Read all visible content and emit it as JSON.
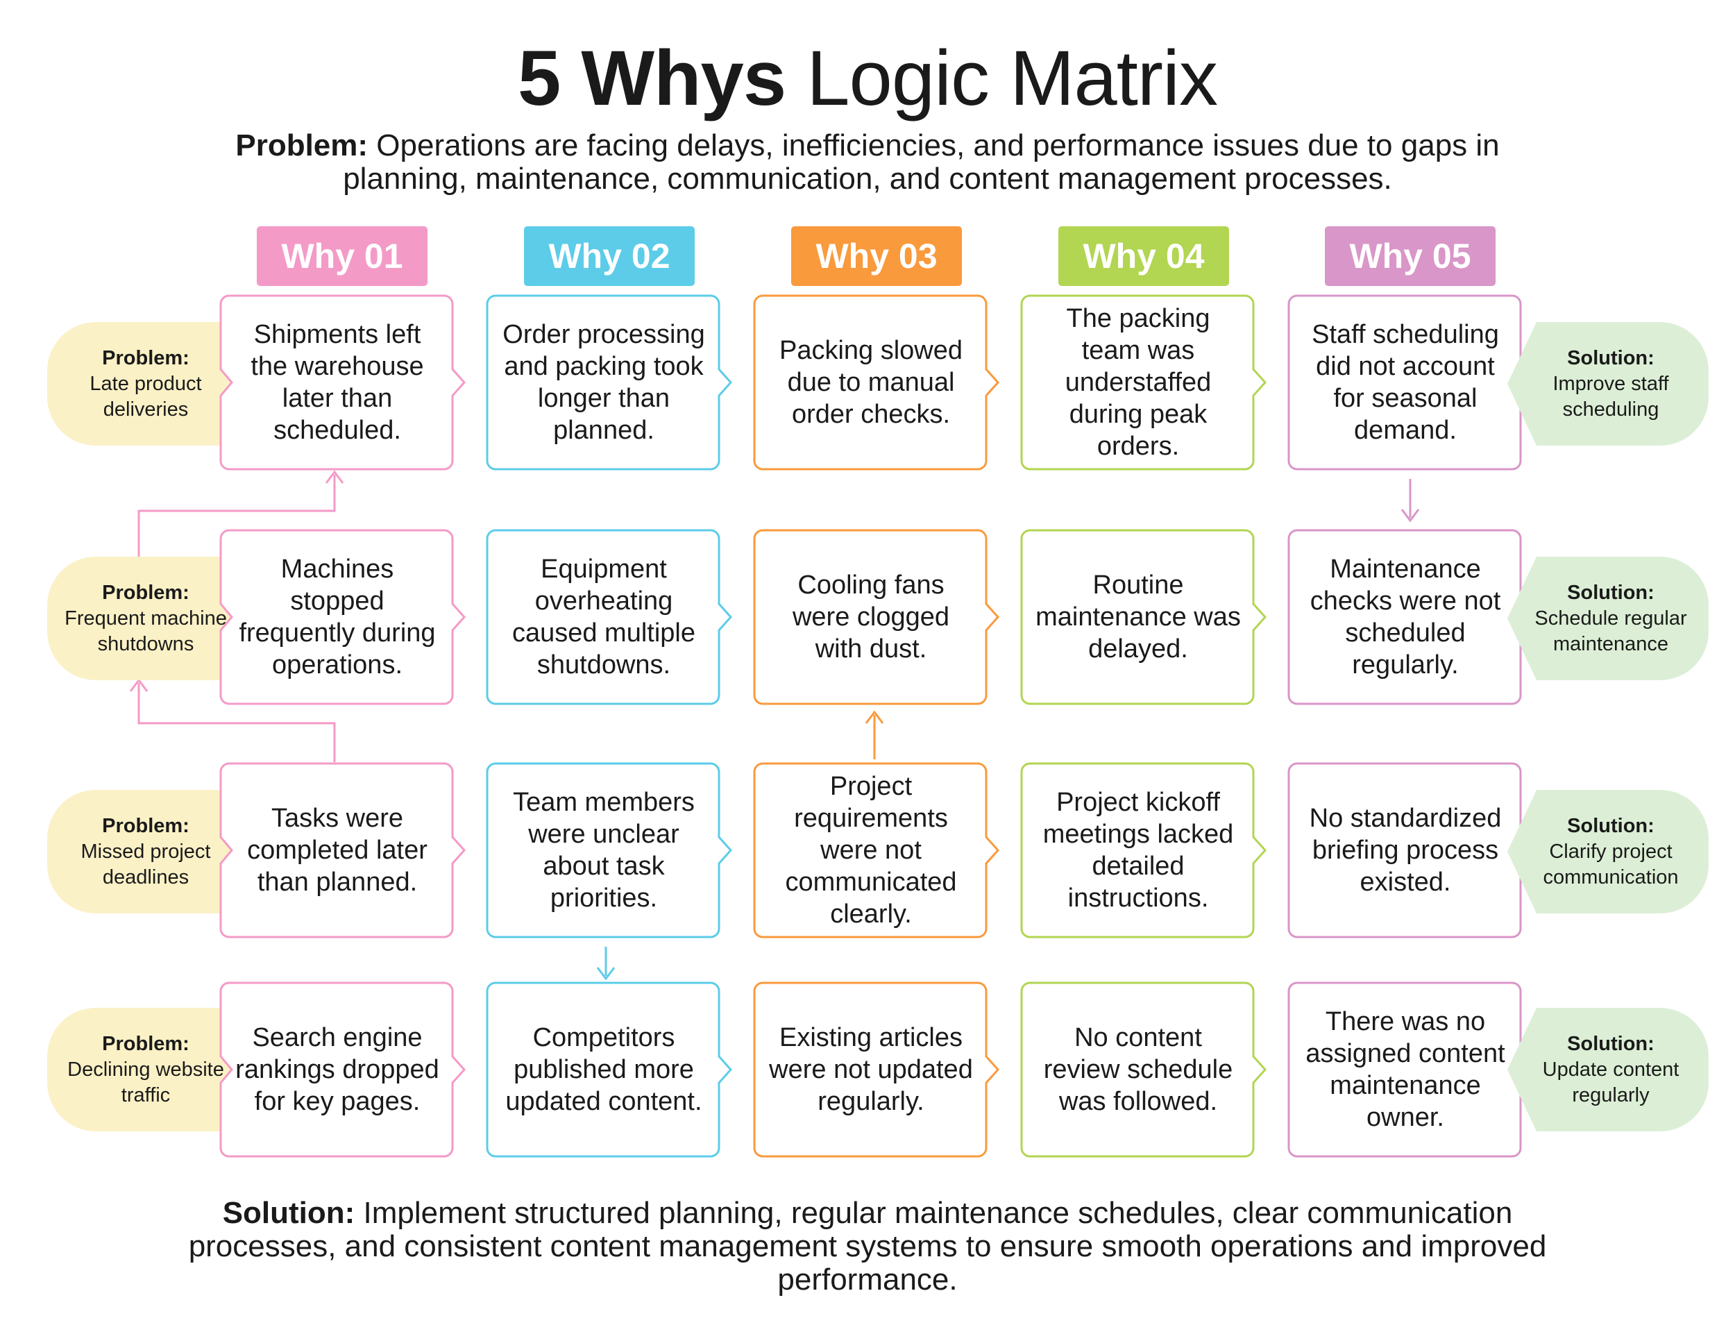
{
  "title": {
    "bold": "5 Whys",
    "light": "Logic Matrix"
  },
  "problem_statement": {
    "label": "Problem:",
    "text": "Operations are facing delays, inefficiencies, and performance issues due to gaps in planning, maintenance, communication, and content management processes."
  },
  "headers": [
    "Why 01",
    "Why 02",
    "Why 03",
    "Why 04",
    "Why 05"
  ],
  "colors": {
    "why1": "#f49ac7",
    "why2": "#5ccce8",
    "why3": "#f99a3d",
    "why4": "#b2d552",
    "why5": "#d996c8",
    "problem_badge": "#fbf1c6",
    "solution_badge": "#dcefd6"
  },
  "rows": [
    {
      "problem_label": "Problem:",
      "problem": "Late product deliveries",
      "solution_label": "Solution:",
      "solution": "Improve staff scheduling",
      "whys": [
        "Shipments left the warehouse later than scheduled.",
        "Order processing and packing took longer than planned.",
        "Packing slowed due to manual order checks.",
        "The packing team was understaffed during peak orders.",
        "Staff scheduling did not account for seasonal demand."
      ]
    },
    {
      "problem_label": "Problem:",
      "problem": "Frequent machine shutdowns",
      "solution_label": "Solution:",
      "solution": "Schedule regular maintenance",
      "whys": [
        "Machines stopped frequently during operations.",
        "Equipment overheating caused multiple shutdowns.",
        "Cooling fans were clogged with dust.",
        "Routine maintenance was delayed.",
        "Maintenance checks were not scheduled regularly."
      ]
    },
    {
      "problem_label": "Problem:",
      "problem": "Missed project deadlines",
      "solution_label": "Solution:",
      "solution": "Clarify project communication",
      "whys": [
        "Tasks were completed later than planned.",
        "Team members were unclear about task priorities.",
        "Project requirements were not communicated clearly.",
        "Project kickoff meetings lacked detailed instructions.",
        "No standardized briefing process existed."
      ]
    },
    {
      "problem_label": "Problem:",
      "problem": "Declining website traffic",
      "solution_label": "Solution:",
      "solution": "Update content regularly",
      "whys": [
        "Search engine rankings dropped for key pages.",
        "Competitors published more updated content.",
        "Existing articles were not updated regularly.",
        "No content review schedule was followed.",
        "There was no assigned content maintenance owner."
      ]
    }
  ],
  "solution_statement": {
    "label": "Solution:",
    "text": "Implement structured planning, regular maintenance schedules, clear communication processes, and consistent content management systems to ensure smooth operations and improved performance."
  }
}
